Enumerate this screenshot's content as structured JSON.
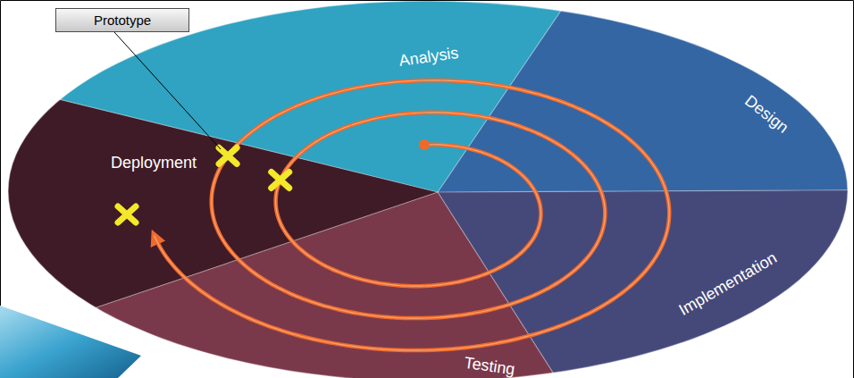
{
  "diagram": {
    "nodes": [
      {
        "text": [
          "Prototype"
        ]
      }
    ],
    "labels": [
      "Analysis",
      "Design",
      "Deployment",
      "Implementation",
      "Testing"
    ]
  }
}
